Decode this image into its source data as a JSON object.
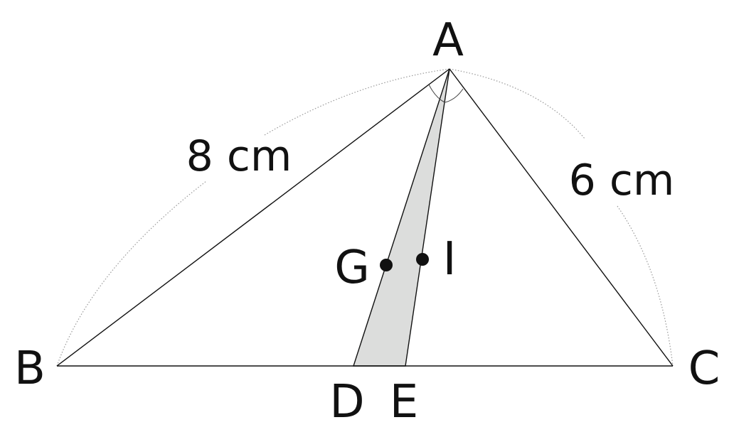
{
  "diagram": {
    "points": {
      "A": "A",
      "B": "B",
      "C": "C",
      "D": "D",
      "E": "E",
      "G": "G",
      "I": "I"
    },
    "lengths": {
      "AB": "8 cm",
      "AC": "6 cm"
    },
    "colors": {
      "line": "#111111",
      "arc": "#9a9a9a",
      "shade": "#dcdddc"
    }
  }
}
